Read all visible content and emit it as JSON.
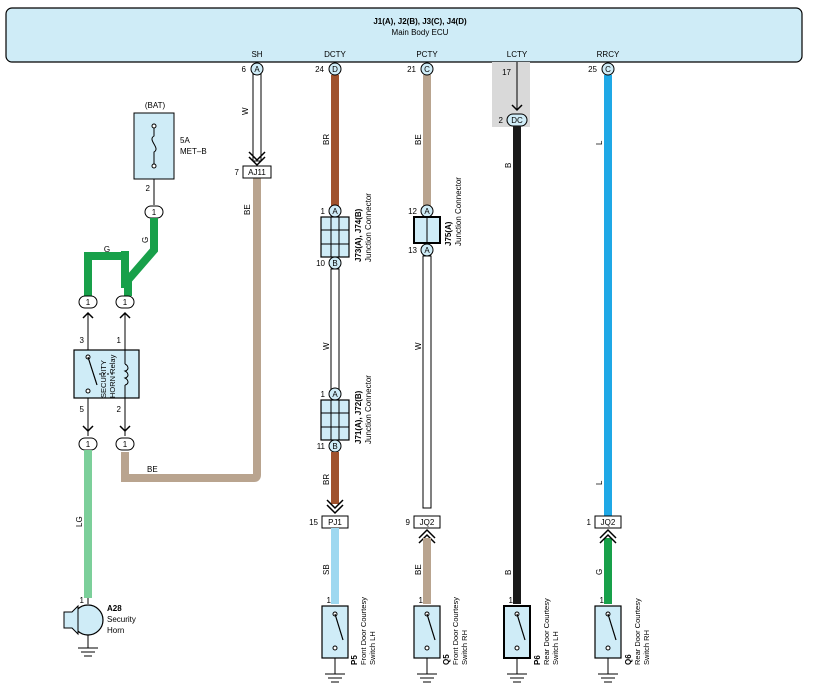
{
  "ecu": {
    "title": "J1(A), J2(B), J3(C), J4(D)",
    "subtitle": "Main Body ECU"
  },
  "terminals": {
    "sh": "SH",
    "dcty": "DCTY",
    "pcty": "PCTY",
    "lcty": "LCTY",
    "rrcy": "RRCY"
  },
  "pins": {
    "sh": "6",
    "dcty": "24",
    "pcty": "21",
    "lcty": "17",
    "lcty_dc": "2",
    "rrcy": "25",
    "aj11": "7",
    "fuse_out": "2",
    "relay_3": "3",
    "relay_1": "1",
    "relay_5": "5",
    "relay_2": "2",
    "j73_top": "1",
    "j73_bot": "10",
    "j75_top": "12",
    "j75_bot": "13",
    "j71_top": "1",
    "j71_bot": "11",
    "pj1": "15",
    "jq2_mid": "9",
    "jq2_right": "1",
    "p5": "1",
    "q5": "1",
    "p6": "1",
    "q6": "1",
    "horn": "1"
  },
  "connector_letters": {
    "sh": "A",
    "dcty": "D",
    "pcty": "C",
    "lcty": "DC",
    "rrcy": "C",
    "j73_top": "A",
    "j73_bot": "B",
    "j75_top": "A",
    "j75_bot": "A",
    "j71_top": "A",
    "j71_bot": "B",
    "c1": "1",
    "c2": "1",
    "c3": "1",
    "c4": "1",
    "c5": "1"
  },
  "wire_colors": {
    "sh": "W",
    "be_sh": "BE",
    "be_bottom": "BE",
    "g_left": "G",
    "g_right": "G",
    "lg": "LG",
    "dcty_br_top": "BR",
    "dcty_w": "W",
    "dcty_br_bot": "BR",
    "dcty_sb": "SB",
    "pcty_be_top": "BE",
    "pcty_w": "W",
    "pcty_be_bot": "BE",
    "lcty_b_top": "B",
    "lcty_b_bot": "B",
    "rrcy_l_top": "L",
    "rrcy_l_bot": "L",
    "rrcy_g": "G"
  },
  "connectors": {
    "aj11": "AJ11",
    "pj1": "PJ1",
    "jq2_a": "JQ2",
    "jq2_b": "JQ2"
  },
  "fuse": {
    "bat": "(BAT)",
    "rating": "5A",
    "name": "MET–B"
  },
  "relay": {
    "line1": "SECURITY",
    "line2": "HORN Relay"
  },
  "junctions": {
    "j73": {
      "code": "J73(A), J74(B)",
      "name": "Junction Connector"
    },
    "j75": {
      "code": "J75(A)",
      "name": "Junction Connector"
    },
    "j71": {
      "code": "J71(A), J72(B)",
      "name": "Junction Connector"
    }
  },
  "components": {
    "horn": {
      "code": "A28",
      "line1": "Security",
      "line2": "Horn"
    },
    "p5": {
      "code": "P5",
      "line1": "Front Door Courtesy",
      "line2": "Switch LH"
    },
    "q5": {
      "code": "Q5",
      "line1": "Front Door Courtesy",
      "line2": "Switch RH"
    },
    "p6": {
      "code": "P6",
      "line1": "Rear Door Courtesy",
      "line2": "Switch LH"
    },
    "q6": {
      "code": "Q6",
      "line1": "Rear Door Courtesy",
      "line2": "Switch RH"
    }
  },
  "colors": {
    "ecu_fill": "#cfecf7",
    "brown": "#a0522d",
    "beige": "#b9a48f",
    "black": "#1a1a1a",
    "blue": "#1fa8e6",
    "sky": "#9ed8f0",
    "green": "#18a04a",
    "light_green": "#7ccf9a",
    "component_fill": "#cfecf7"
  }
}
